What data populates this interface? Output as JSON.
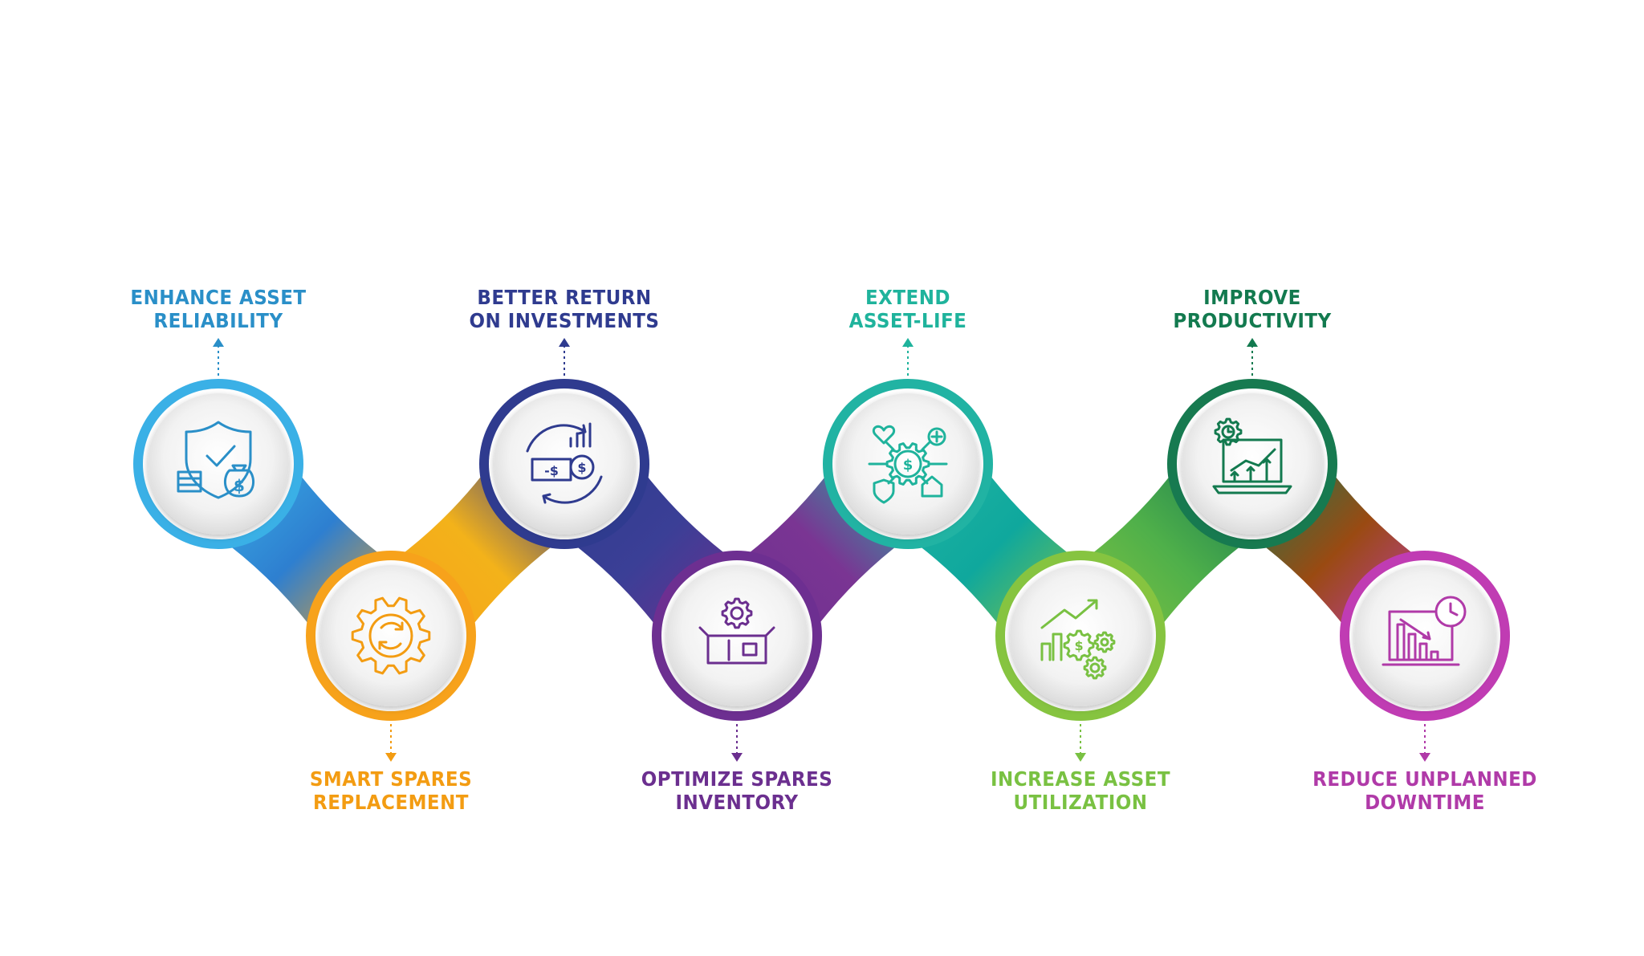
{
  "steps": [
    {
      "line1": "ENHANCE ASSET",
      "line2": "RELIABILITY",
      "color": "#2a8fc8",
      "ring": "#3ab0e6",
      "position": "top",
      "icon": "shield-money-icon"
    },
    {
      "line1": "SMART SPARES",
      "line2": "REPLACEMENT",
      "color": "#f39c12",
      "ring": "#f7a21b",
      "position": "bottom",
      "icon": "gear-refresh-icon"
    },
    {
      "line1": "BETTER RETURN",
      "line2": "ON INVESTMENTS",
      "color": "#2f3b8f",
      "ring": "#2f3b8f",
      "position": "top",
      "icon": "investment-return-icon"
    },
    {
      "line1": "OPTIMIZE SPARES",
      "line2": "INVENTORY",
      "color": "#6b2f8f",
      "ring": "#6d2f91",
      "position": "bottom",
      "icon": "box-gear-icon"
    },
    {
      "line1": "EXTEND",
      "line2": "ASSET-LIFE",
      "color": "#1fb39c",
      "ring": "#21b3a3",
      "position": "top",
      "icon": "asset-network-icon"
    },
    {
      "line1": "INCREASE ASSET",
      "line2": "UTILIZATION",
      "color": "#79c142",
      "ring": "#86c440",
      "position": "bottom",
      "icon": "growth-gears-icon"
    },
    {
      "line1": "IMPROVE",
      "line2": "PRODUCTIVITY",
      "color": "#137a4f",
      "ring": "#177a50",
      "position": "top",
      "icon": "laptop-growth-icon"
    },
    {
      "line1": "REDUCE UNPLANNED",
      "line2": "DOWNTIME",
      "color": "#b03aa8",
      "ring": "#c03cb3",
      "position": "bottom",
      "icon": "chart-clock-icon"
    }
  ],
  "bridge_colors": [
    "#2e7fd0",
    "#f3b21a",
    "#3b3f96",
    "#7a3593",
    "#0fa89d",
    "#4fb04a",
    "#9a4a12"
  ]
}
